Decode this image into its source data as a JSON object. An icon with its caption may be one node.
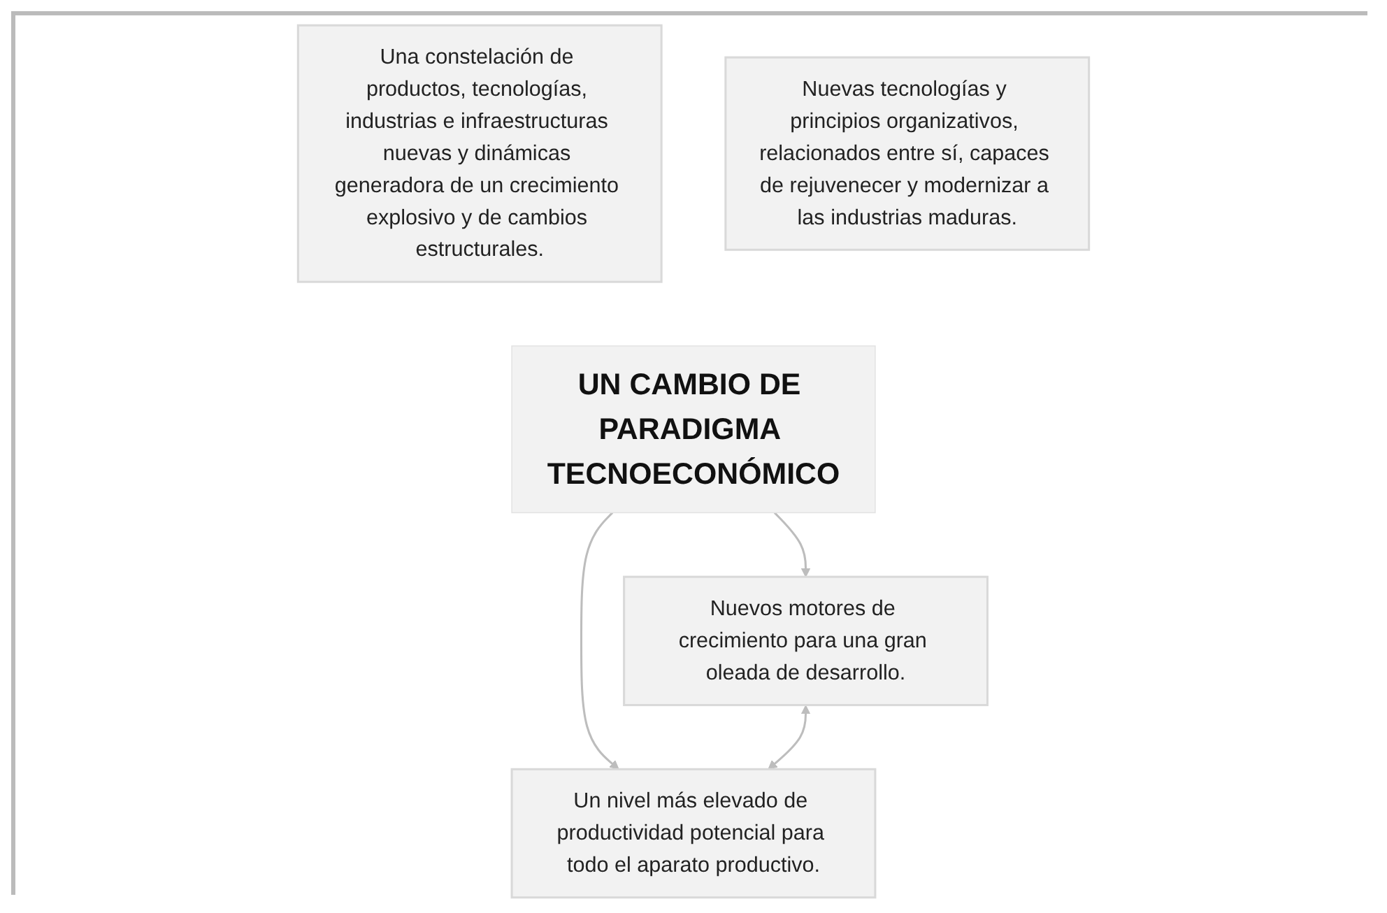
{
  "diagram": {
    "nodes": [
      {
        "text": [
          "Una constelación de productos, tecnologías, industrias e infraestructuras nuevas y dinámicas generadora de un crecimiento explosivo y de cambios estructurales."
        ]
      },
      {
        "text": [
          "Nuevas tecnologías y principios organizativos, relacionados entre sí, capaces de rejuvenecer y modernizar a las industrias maduras."
        ]
      },
      {
        "text": [
          "UN CAMBIO DE PARADIGMA TECNOECONÓMICO"
        ]
      },
      {
        "text": [
          "Nuevos motores de crecimiento para una gran oleada de desarrollo."
        ]
      },
      {
        "text": [
          "Un nivel más elevado de productividad potencial para todo el aparato productivo."
        ]
      }
    ],
    "edges": [
      {
        "from": 2,
        "to": 3,
        "arrow": "to"
      },
      {
        "from": 2,
        "to": 4,
        "arrow": "to"
      },
      {
        "from": 3,
        "to": 4,
        "arrow": "both"
      }
    ]
  }
}
